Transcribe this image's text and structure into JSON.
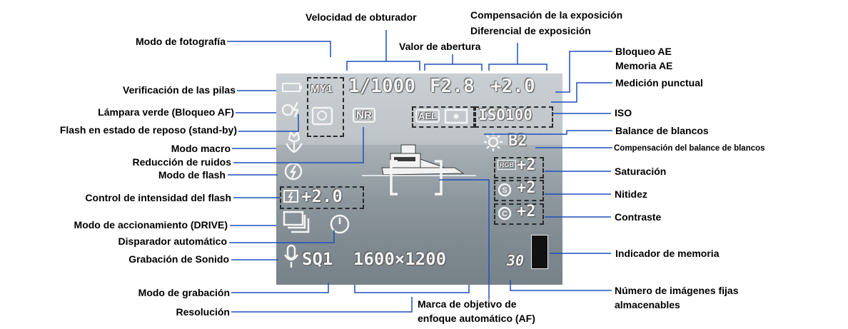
{
  "labels": {
    "modo_fotografia": "Modo de fotografía",
    "velocidad": "Velocidad de obturador",
    "compensacion": "Compensación de la exposición",
    "diferencial": "Diferencial de exposición",
    "abertura": "Valor de abertura",
    "bloqueo_ae": "Bloqueo AE",
    "memoria_ae": "Memoria AE",
    "medicion": "Medición punctual",
    "iso": "ISO",
    "balance": "Balance de blancos",
    "comp_balance": "Compensación del balance de blancos",
    "saturacion": "Saturación",
    "nitidez": "Nitidez",
    "contraste": "Contraste",
    "indicador_memoria": "Indicador de memoria",
    "num_imagenes_1": "Número de imágenes fijas",
    "num_imagenes_2": "almacenables",
    "pilas": "Verificación de las pilas",
    "lampara": "Lámpara verde (Bloqueo AF)",
    "flash_reposo": "Flash en estado de reposo (stand-by)",
    "macro": "Modo macro",
    "ruidos": "Reducción de ruidos",
    "modo_flash": "Modo de flash",
    "intensidad_flash": "Control de intensidad del flash",
    "drive": "Modo de accionamiento (DRIVE)",
    "disparador": "Disparador automático",
    "sonido": "Grabación de Sonido",
    "modo_grabacion": "Modo de grabación",
    "resolucion": "Resolución",
    "marca_af_1": "Marca de objetivo de",
    "marca_af_2": "enfoque automático (AF)"
  },
  "screen": {
    "shutter": "1/1000",
    "aperture": "F2.8",
    "exposure": "+2.0",
    "iso": "ISO100",
    "wb_comp": "B2",
    "saturation": "+2",
    "sharpness": "+2",
    "contrast": "+2",
    "flash_intensity": "+2.0",
    "record_mode": "SQ1",
    "resolution": "1600×1200",
    "remaining": "30",
    "nr": "NR",
    "ael": "AEL",
    "mode_icon": "MY1"
  },
  "colors": {
    "leader": "#1f4fbf",
    "overlay_text": "#f4f4f4"
  }
}
